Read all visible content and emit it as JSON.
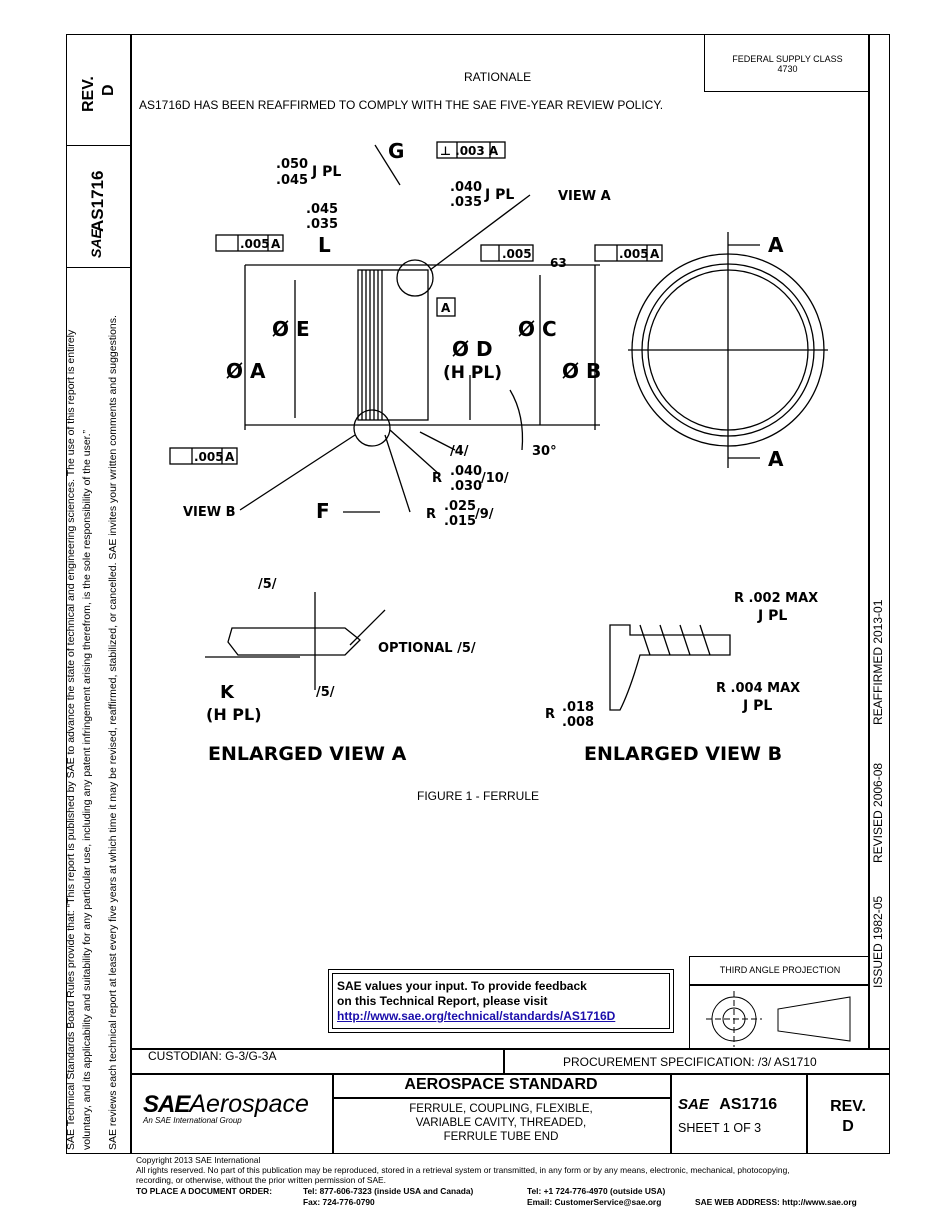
{
  "side_notes": {
    "line1": "SAE Technical Standards Board Rules provide that: “This report is published by SAE to advance the state of technical and engineering sciences. The use of this report is entirely",
    "line2": "voluntary, and its applicability and suitability for any particular use, including any patent infringement arising therefrom, is the sole responsibility of the user.”",
    "line3": "SAE reviews each technical report at least every five years at which time it may be revised, reaffirmed, stabilized, or cancelled. SAE invites your written comments and suggestions."
  },
  "left_block": {
    "rev_label": "REV.",
    "rev_value": "D",
    "doc_number": "AS1716",
    "sae_logo": "SAE"
  },
  "header": {
    "supply_class_label": "FEDERAL SUPPLY CLASS",
    "supply_class_value": "4730",
    "rationale_title": "RATIONALE",
    "rationale_text": "AS1716D HAS BEEN REAFFIRMED TO COMPLY WITH THE SAE FIVE-YEAR REVIEW POLICY."
  },
  "right_strip": {
    "reaffirmed": "REAFFIRMED 2013-01",
    "revised": "REVISED 2006-08",
    "issued": "ISSUED 1982-05"
  },
  "drawing": {
    "dim_050": ".050",
    "dim_045": ".045",
    "j_pl": "J PL",
    "g": "G",
    "perp_tol": "⊥ .003 A",
    "dim_040": ".040",
    "dim_035": ".035",
    "view_a": "VIEW A",
    "dim_045b": ".045",
    "dim_035b": ".035",
    "l": "L",
    "runout_left": ".005",
    "datum_a": "A",
    "circ_tol": ".005",
    "mark_63": "63",
    "runout_right": ".005",
    "phi_e": "Ø E",
    "phi_a": "Ø A",
    "phi_d": "Ø D",
    "h_pl": "(H PL)",
    "phi_c": "Ø C",
    "phi_b": "Ø B",
    "note_4": "/4/",
    "deg_30": "30°",
    "runout_bottom": ".005",
    "r_040": ".040",
    "r_030": ".030",
    "note_10": "/10/",
    "r_025": ".025",
    "r_015": ".015",
    "note_9": "/9/",
    "r_label": "R",
    "view_b": "VIEW B",
    "f": "F",
    "section_a": "A",
    "note_5": "/5/",
    "optional_5": "OPTIONAL /5/",
    "k": "K",
    "k_hpl": "(H PL)",
    "enlarged_a": "ENLARGED VIEW A",
    "r_002": "R .002 MAX",
    "j_pl_b": "J PL",
    "r_004": "R .004 MAX",
    "j_pl_c": "J PL",
    "r_018": ".018",
    "r_008": ".008",
    "enlarged_b": "ENLARGED VIEW B",
    "figure_caption": "FIGURE 1 - FERRULE"
  },
  "feedback": {
    "line1": "SAE values your input. To provide feedback",
    "line2": "on this Technical Report, please visit",
    "url": "http://www.sae.org/technical/standards/AS1716D"
  },
  "projection": {
    "label": "THIRD ANGLE PROJECTION"
  },
  "title_block": {
    "custodian": "CUSTODIAN: G-3/G-3A",
    "procurement": "PROCUREMENT SPECIFICATION: /3/ AS1710",
    "logo_sae": "SAE",
    "logo_aerospace": "Aerospace",
    "logo_tagline": "An SAE International Group",
    "standard_title": "AEROSPACE STANDARD",
    "desc1": "FERRULE, COUPLING, FLEXIBLE,",
    "desc2": "VARIABLE CAVITY, THREADED,",
    "desc3": "FERRULE TUBE END",
    "doc_number": "AS1716",
    "sheet": "SHEET 1 OF 3",
    "rev_label": "REV.",
    "rev_value": "D"
  },
  "footer": {
    "copyright": "Copyright 2013 SAE International",
    "rights1": "All rights reserved. No part of this publication may be reproduced, stored in a retrieval system or transmitted, in any form or by any means, electronic, mechanical, photocopying,",
    "rights2": "recording, or otherwise, without the prior written permission of SAE.",
    "order_label": "TO PLACE A DOCUMENT ORDER:",
    "tel_us": "Tel: 877-606-7323 (inside USA and Canada)",
    "fax": "Fax: 724-776-0790",
    "tel_intl": "Tel: +1 724-776-4970 (outside USA)",
    "email": "Email: CustomerService@sae.org",
    "web": "SAE WEB ADDRESS: http://www.sae.org"
  }
}
